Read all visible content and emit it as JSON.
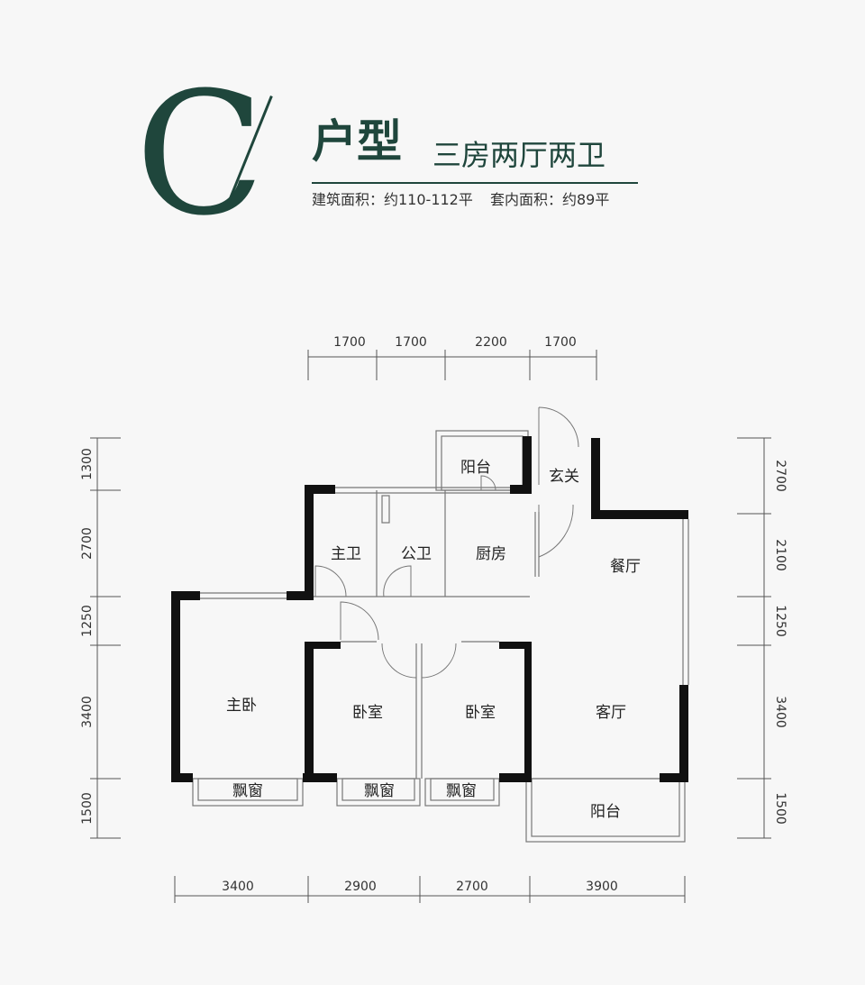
{
  "header": {
    "type_letter": "C",
    "type_label": "户型",
    "layout": "三房两厅两卫",
    "build_area": "建筑面积：约110-112平",
    "inner_area": "套内面积：约89平"
  },
  "rooms": {
    "balcony_top": "阳台",
    "foyer": "玄关",
    "master_bath": "主卫",
    "public_bath": "公卫",
    "kitchen": "厨房",
    "dining": "餐厅",
    "master_bedroom": "主卧",
    "bedroom_1": "卧室",
    "bedroom_2": "卧室",
    "living": "客厅",
    "bay_window_1": "飘窗",
    "bay_window_2": "飘窗",
    "bay_window_3": "飘窗",
    "balcony_bottom": "阳台"
  },
  "dimensions": {
    "top": [
      "1700",
      "1700",
      "2200",
      "1700"
    ],
    "bottom": [
      "3400",
      "2900",
      "2700",
      "3900"
    ],
    "left": [
      "1300",
      "2700",
      "1250",
      "3400",
      "1500"
    ],
    "right": [
      "2700",
      "2100",
      "1250",
      "3400",
      "1500"
    ]
  },
  "colors": {
    "brand": "#1f463c",
    "wall": "#111111",
    "line": "#555555"
  }
}
